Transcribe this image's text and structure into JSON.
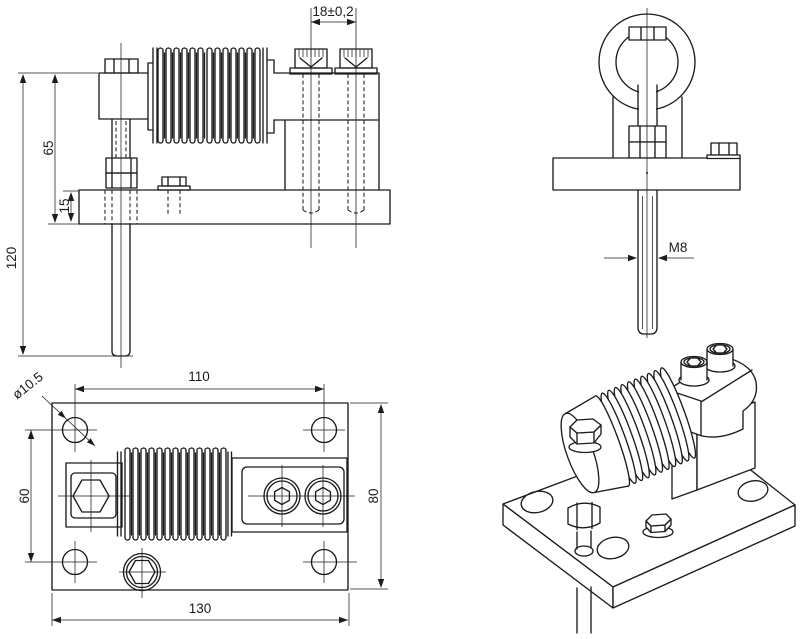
{
  "colors": {
    "line": "#1c1c1c",
    "background": "#ffffff"
  },
  "front_view": {
    "dim_bolt_spacing": "18±0,2",
    "dim_body_height": "65",
    "dim_plate_thickness": "15",
    "dim_overall_height": "120"
  },
  "side_view": {
    "dim_thread": "M8"
  },
  "top_view": {
    "dim_hole_spacing_h": "110",
    "dim_plate_length": "130",
    "dim_hole_spacing_v": "60",
    "dim_plate_width": "80",
    "dim_hole_diameter": "ø10.5"
  }
}
